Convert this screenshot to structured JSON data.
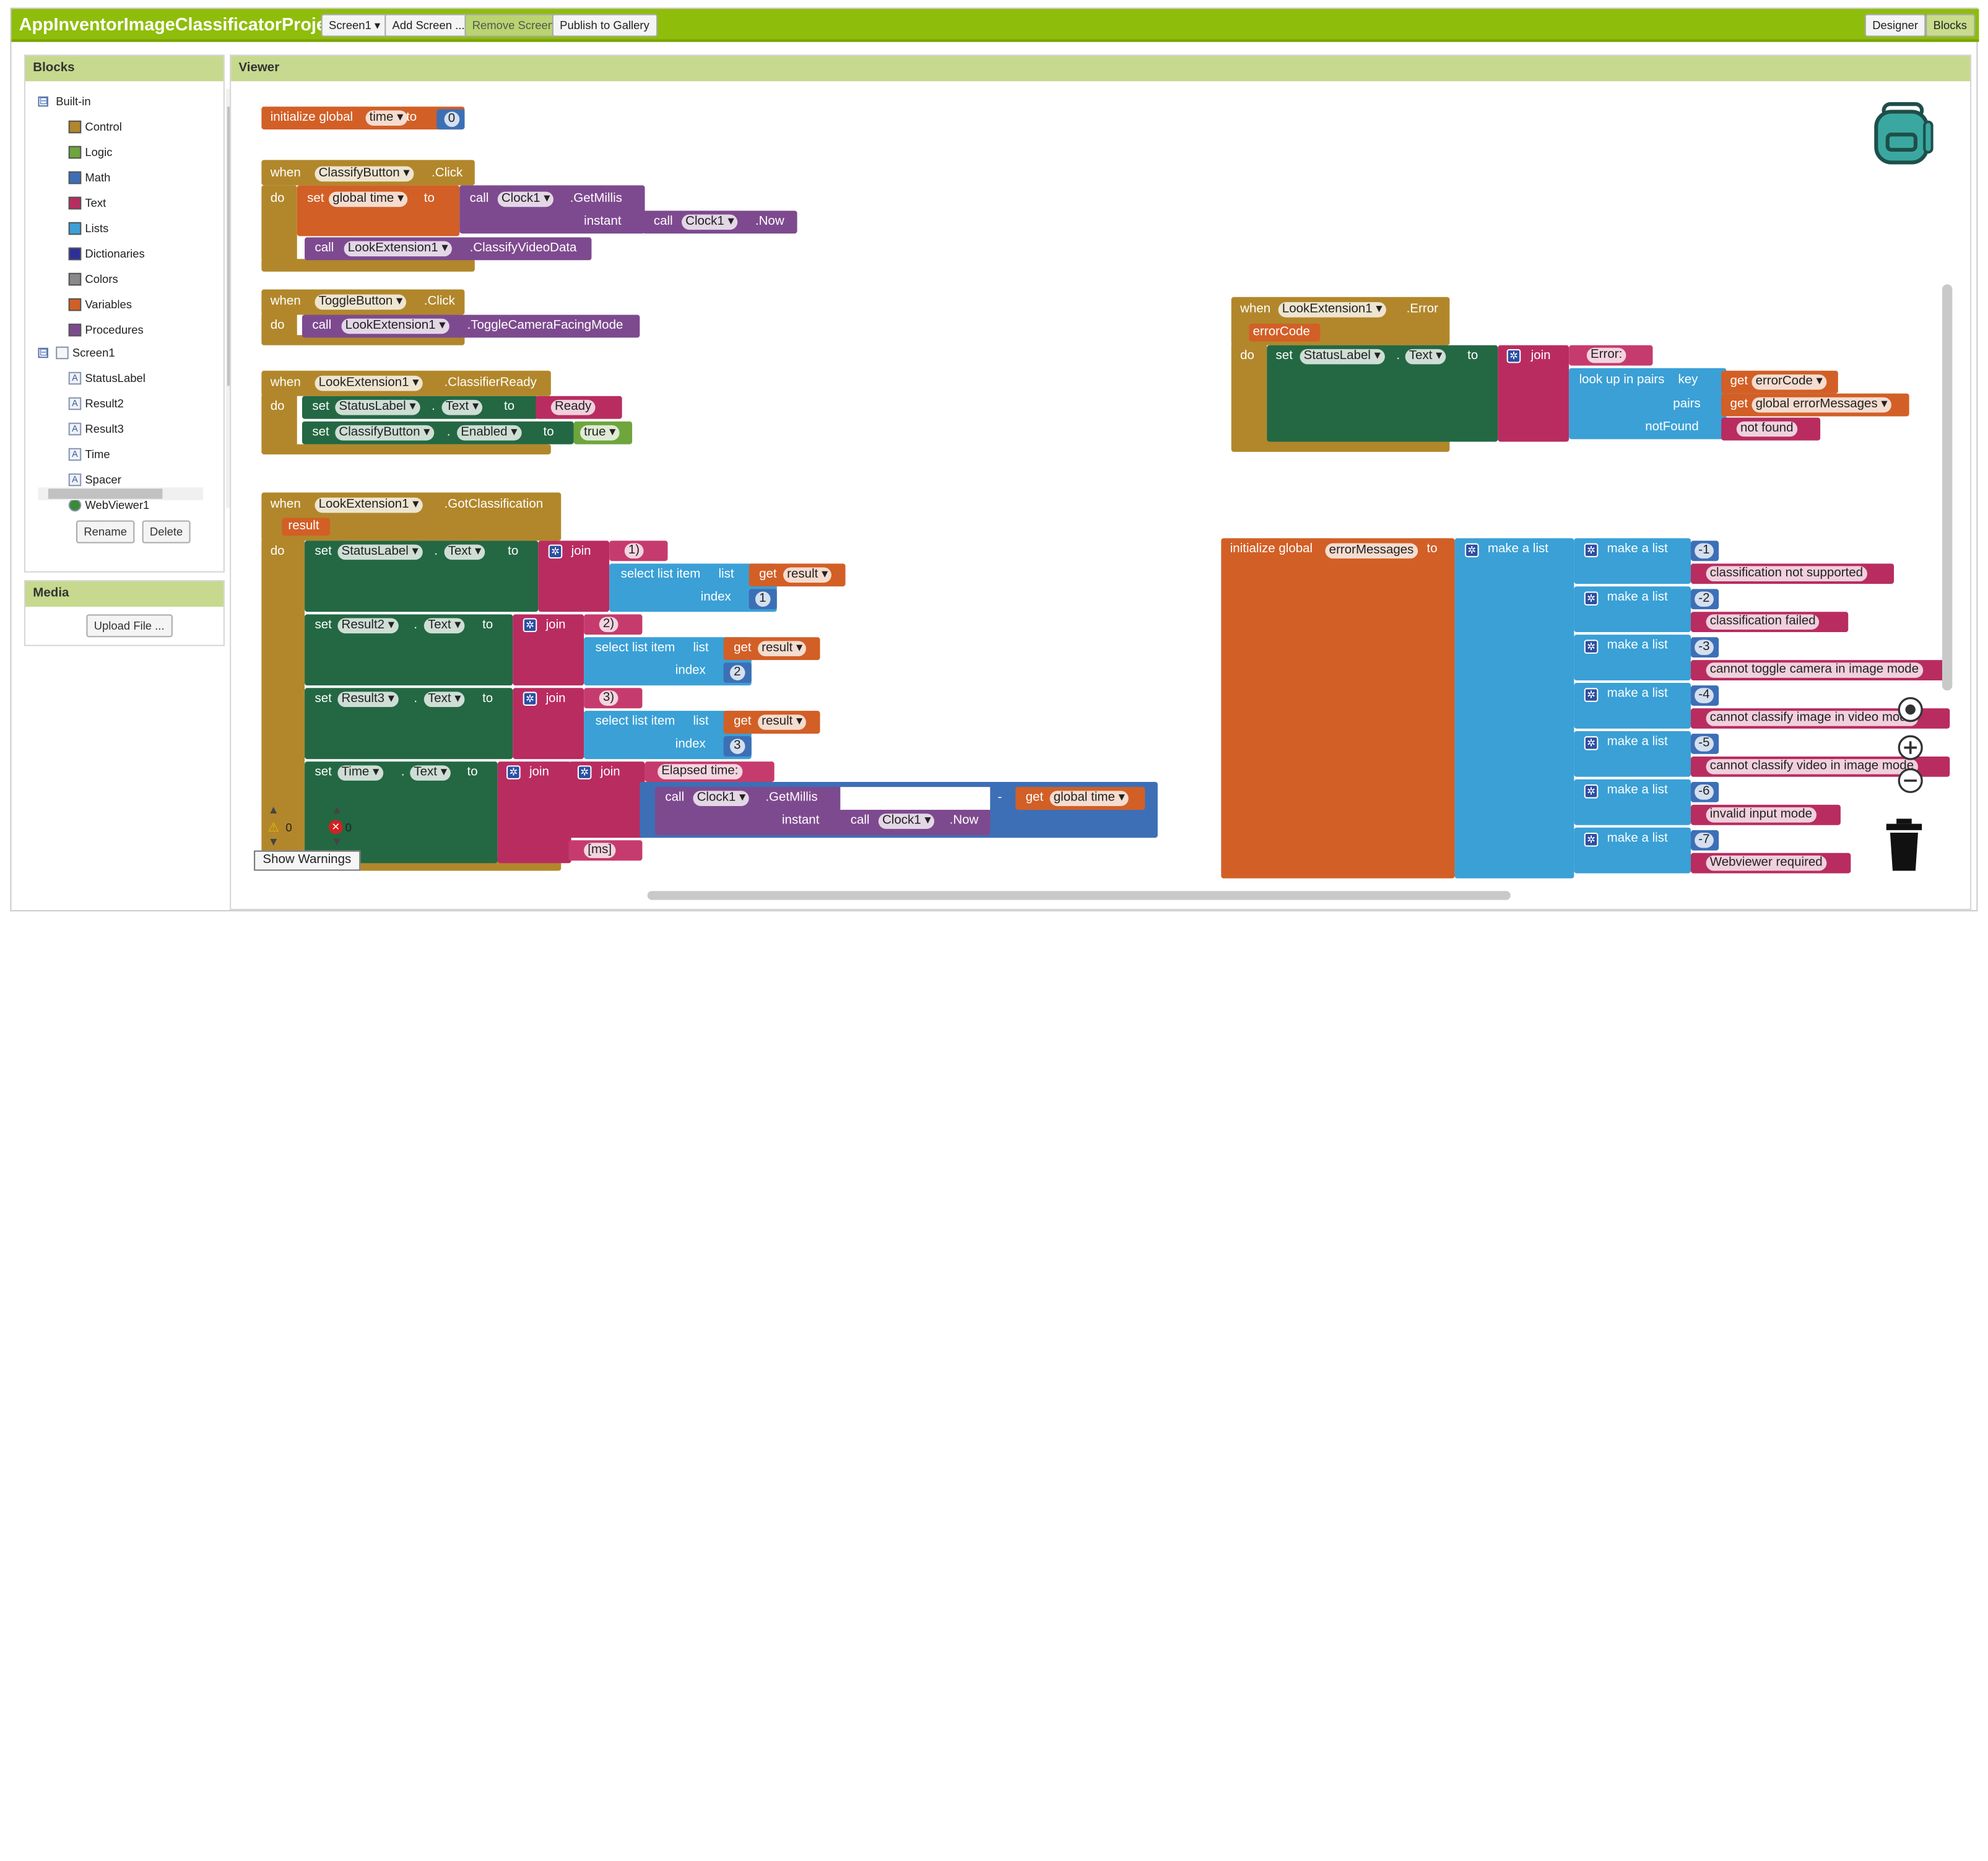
{
  "app": {
    "title": "AppInventorImageClassificatorProject",
    "screen_selector": "Screen1 ▾",
    "add_screen": "Add Screen ...",
    "remove_screen": "Remove Screen",
    "publish": "Publish to Gallery",
    "designer": "Designer",
    "blocks": "Blocks"
  },
  "blocks_panel": {
    "header": "Blocks",
    "builtin": "Built-in",
    "collapse_glyph": "⊟",
    "builtin_items": [
      {
        "label": "Control",
        "color": "#b2872b"
      },
      {
        "label": "Logic",
        "color": "#6ea53d"
      },
      {
        "label": "Math",
        "color": "#3d6fb6"
      },
      {
        "label": "Text",
        "color": "#b92c60"
      },
      {
        "label": "Lists",
        "color": "#3aa0d6"
      },
      {
        "label": "Dictionaries",
        "color": "#2e2e9a"
      },
      {
        "label": "Colors",
        "color": "#8a8a8a"
      },
      {
        "label": "Variables",
        "color": "#d25f26"
      },
      {
        "label": "Procedures",
        "color": "#7e4a8f"
      }
    ],
    "screen": "Screen1",
    "component_glyph": "A",
    "components": [
      "StatusLabel",
      "Result2",
      "Result3",
      "Time",
      "Spacer",
      "WebViewer1"
    ],
    "rename": "Rename",
    "delete": "Delete"
  },
  "media": {
    "header": "Media",
    "upload": "Upload File ..."
  },
  "viewer": {
    "header": "Viewer",
    "warnings_count": "0",
    "errors_count": "0",
    "show_warnings": "Show Warnings"
  },
  "blocks": {
    "initialize_global": "initialize global",
    "to": "to",
    "when": "when",
    "do": "do",
    "set": "set",
    "call": "call",
    "join": "join",
    "get": "get",
    "instant": "instant",
    "index": "index",
    "list": "list",
    "key": "key",
    "pairs": "pairs",
    "notFound": "notFound",
    "make_a_list": "make a list",
    "select_list_item": "select list item",
    "look_up_in_pairs": "look up in pairs",
    "minus": "-",
    "dot": ".",
    "var_time": "time ▾",
    "zero": "0",
    "classify_button": "ClassifyButton ▾",
    "click": ".Click",
    "global_time": "global time ▾",
    "clock1": "Clock1 ▾",
    "getmillis": ".GetMillis",
    "now": ".Now",
    "look_ext": "LookExtension1 ▾",
    "classify_video": ".ClassifyVideoData",
    "toggle_button": "ToggleButton ▾",
    "toggle_camera": ".ToggleCameraFacingMode",
    "classifier_ready": ".ClassifierReady",
    "status_label": "StatusLabel ▾",
    "text_prop": "Text ▾",
    "ready": "Ready",
    "enabled_prop": "Enabled ▾",
    "true_val": "true ▾",
    "got_classification": ".GotClassification",
    "result": "result",
    "result_get": "result ▾",
    "one_paren": "1)",
    "two_paren": "2)",
    "three_paren": "3)",
    "one": "1",
    "two": "2",
    "three": "3",
    "result2": "Result2 ▾",
    "result3": "Result3 ▾",
    "time_comp": "Time ▾",
    "elapsed": "Elapsed time:",
    "ms": "[ms]",
    "error_event": ".Error",
    "error_code": "errorCode",
    "error_code_get": "errorCode ▾",
    "error_str": "Error:",
    "global_error_messages_get": "global errorMessages ▾",
    "not_found": "not found",
    "error_messages_var": "errorMessages",
    "codes": [
      "-1",
      "-2",
      "-3",
      "-4",
      "-5",
      "-6",
      "-7"
    ],
    "messages": [
      "classification not supported",
      "classification failed",
      "cannot toggle camera in image mode",
      "cannot classify image in video mode",
      "cannot classify video in image mode",
      "invalid input mode",
      "Webviewer required"
    ]
  },
  "icons": [
    "backpack-icon",
    "warning-icon",
    "error-icon",
    "recenter-icon",
    "zoom-in-icon",
    "zoom-out-icon",
    "trash-icon",
    "gear-icon"
  ],
  "colors": {
    "topbar": "#8fbd0b",
    "control": "#b2872b",
    "variables": "#d25f26",
    "procedures": "#7e4a8f",
    "component": "#236843",
    "text": "#b92c60",
    "lists": "#3aa0d6",
    "math": "#3d6fb6",
    "logic": "#6ea53d"
  }
}
